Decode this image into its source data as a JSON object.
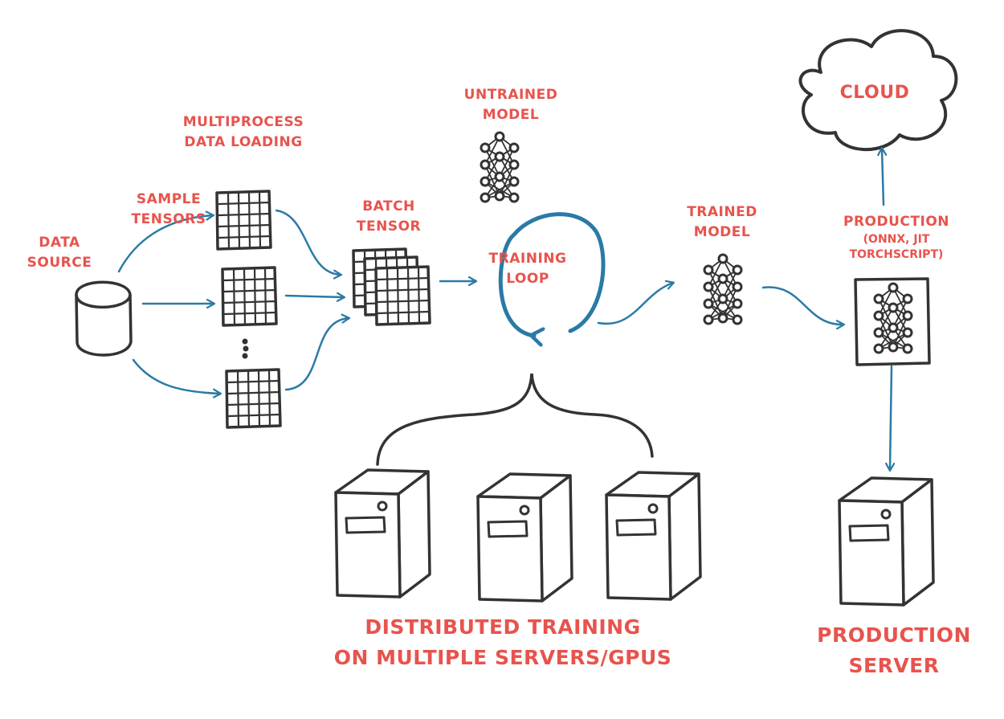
{
  "labels": {
    "data_source": [
      "DATA",
      "SOURCE"
    ],
    "sample_tensors": [
      "SAMPLE",
      "TENSORS"
    ],
    "multiprocess": [
      "MULTIPROCESS",
      "DATA LOADING"
    ],
    "batch_tensor": [
      "BATCH",
      "TENSOR"
    ],
    "untrained_model": [
      "UNTRAINED",
      "MODEL"
    ],
    "training_loop": [
      "TRAINING",
      "LOOP"
    ],
    "trained_model": [
      "TRAINED",
      "MODEL"
    ],
    "production": [
      "PRODUCTION",
      "(ONNX, JIT",
      "TORCHSCRIPT)"
    ],
    "cloud": "CLOUD",
    "distributed": [
      "DISTRIBUTED TRAINING",
      "ON MULTIPLE SERVERS/GPUs"
    ],
    "production_server": [
      "PRODUCTION",
      "SERVER"
    ]
  },
  "colors": {
    "label": "#e8534d",
    "arrow": "#2a7aa6",
    "ink": "#333333"
  },
  "icons": [
    "database-icon",
    "grid-icon",
    "neural-net-icon",
    "server-icon",
    "cloud-icon",
    "loop-arrow-icon",
    "brace-icon"
  ]
}
